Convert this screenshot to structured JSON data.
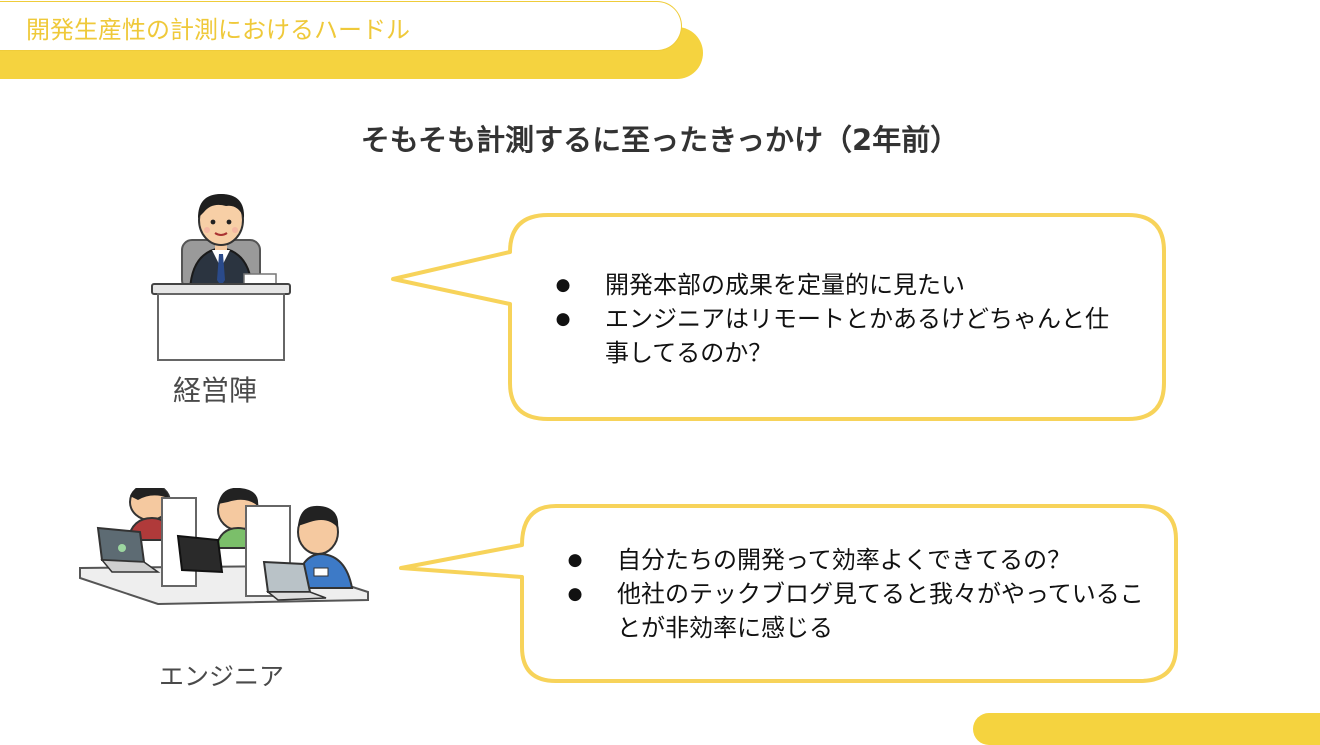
{
  "header": {
    "title": "開発生産性の計測におけるハードル"
  },
  "main": {
    "title": "そもそも計測するに至ったきっかけ（2年前）",
    "sections": [
      {
        "role": "経営陣",
        "points": [
          "開発本部の成果を定量的に見たい",
          "エンジニアはリモートとかあるけどちゃんと仕事してるのか？"
        ]
      },
      {
        "role": "エンジニア",
        "points": [
          "自分たちの開発って効率よくできてるの？",
          "他社のテックブログ見てると我々がやっていることが非効率に感じる"
        ]
      }
    ]
  },
  "colors": {
    "accent": "#f5d33f",
    "bubble_border": "#f7d35a",
    "header_text": "#efc93a"
  },
  "icons": {
    "bullet": "●",
    "executive": "businessman-at-desk-illustration",
    "engineers": "engineers-at-computers-illustration"
  }
}
